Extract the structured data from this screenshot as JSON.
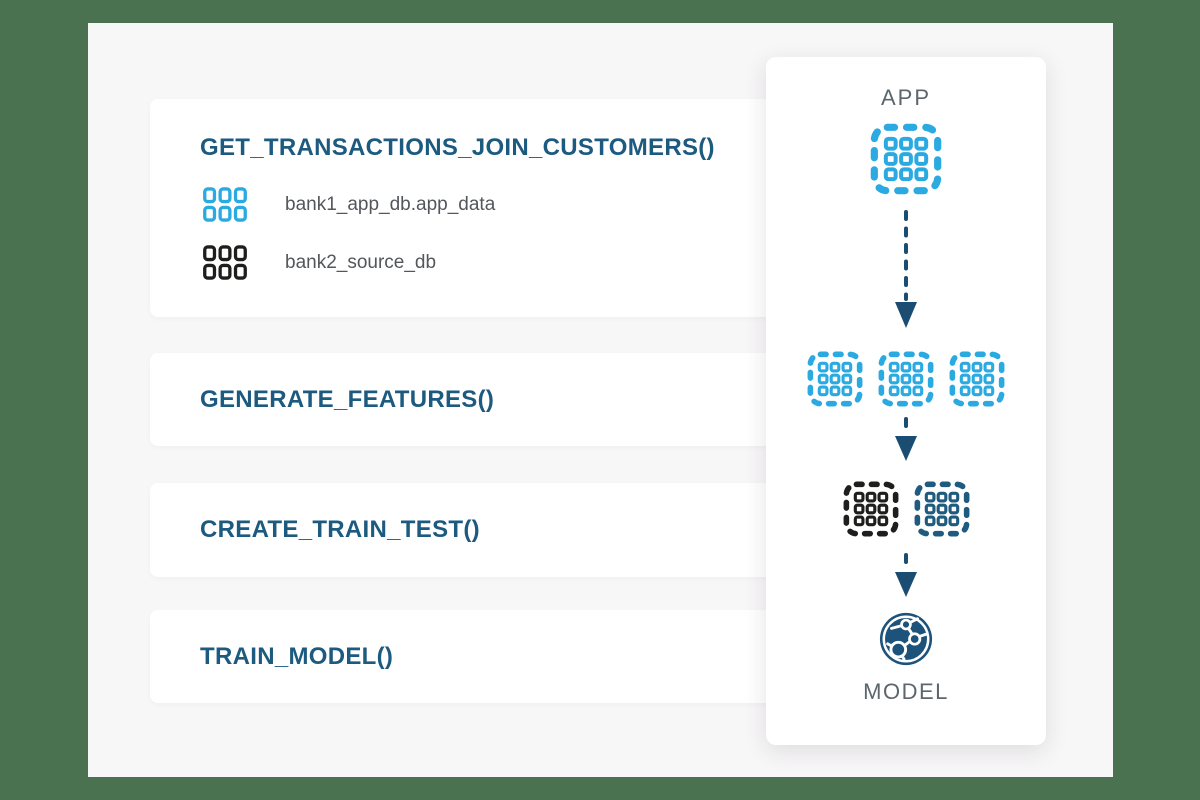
{
  "colors": {
    "background_green": "#4A7150",
    "canvas_gray": "#F8F7F8",
    "card_white": "#FFFFFF",
    "title_navy": "#1C5A80",
    "table_label_gray": "#53575C",
    "panel_label_gray": "#5C666D",
    "accent_blue": "#2BAAE2",
    "arrow_navy": "#1B4D72",
    "dataset_black": "#1E1E1C",
    "dataset_steel_navy": "#1F5B7E",
    "model_navy": "#1D527A"
  },
  "cards": [
    {
      "title": "GET_TRANSACTIONS_JOIN_CUSTOMERS()",
      "tables": [
        {
          "icon": "table-grid-icon",
          "icon_color": "#2BAAE2",
          "name": "bank1_app_db.app_data"
        },
        {
          "icon": "table-grid-icon",
          "icon_color": "#1E1E1C",
          "name": "bank2_source_db"
        }
      ]
    },
    {
      "title": "GENERATE_FEATURES()"
    },
    {
      "title": "CREATE_TRAIN_TEST()"
    },
    {
      "title": "TRAIN_MODEL()"
    }
  ],
  "flow_panel": {
    "top_label": "APP",
    "bottom_label": "MODEL",
    "icons": [
      {
        "name": "app-dataset-icon",
        "type": "dashed-grid",
        "count": 1,
        "color": "#2BAAE2"
      },
      {
        "name": "arrow-down-icon",
        "type": "dashed-arrow",
        "color": "#1B4D72"
      },
      {
        "name": "feature-dataset-icons",
        "type": "dashed-grid",
        "count": 3,
        "color": "#2BAAE2"
      },
      {
        "name": "arrow-down-icon",
        "type": "dashed-arrow",
        "color": "#1B4D72"
      },
      {
        "name": "train-test-dataset-icons",
        "type": "dashed-grid",
        "count": 2,
        "colors": [
          "#1E1E1C",
          "#1F5B7E"
        ]
      },
      {
        "name": "arrow-down-icon",
        "type": "dashed-arrow",
        "color": "#1B4D72"
      },
      {
        "name": "model-sphere-icon",
        "type": "network-sphere",
        "color": "#1D527A"
      }
    ]
  }
}
